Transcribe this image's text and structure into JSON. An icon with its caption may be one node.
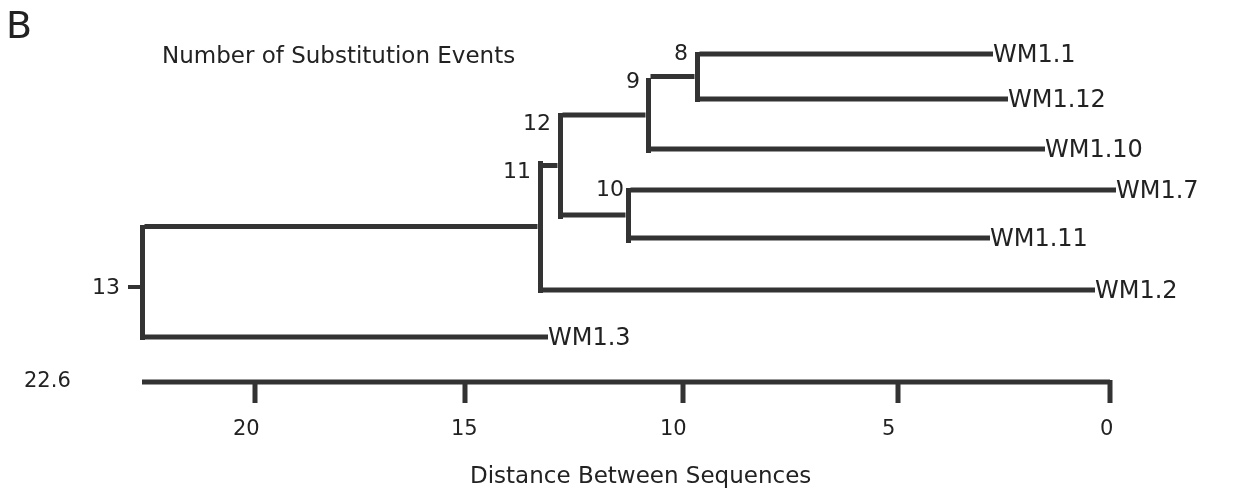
{
  "diagram": {
    "nodes": [
      {
        "text": [],
        "shape": "bar",
        "beside": [
          "13"
        ]
      },
      {
        "text": [],
        "shape": "bar",
        "beside": [
          "11"
        ]
      },
      {
        "text": [],
        "shape": "bar",
        "beside": [
          "12"
        ]
      },
      {
        "text": [],
        "shape": "bar",
        "beside": [
          "9"
        ]
      },
      {
        "text": [],
        "shape": "bar",
        "beside": [
          "8"
        ]
      },
      {
        "text": [
          "WM1.1"
        ]
      },
      {
        "text": [
          "WM1.12"
        ]
      },
      {
        "text": [
          "WM1.10"
        ]
      },
      {
        "text": [],
        "shape": "bar",
        "beside": [
          "10"
        ]
      },
      {
        "text": [
          "WM1.7"
        ]
      },
      {
        "text": [
          "WM1.11"
        ]
      },
      {
        "text": [
          "WM1.2"
        ]
      },
      {
        "text": [
          "WM1.3"
        ]
      }
    ],
    "edges": [
      {
        "from": 0,
        "to": 1,
        "arrow": "none"
      },
      {
        "from": 0,
        "to": 12,
        "arrow": "none"
      },
      {
        "from": 1,
        "to": 2,
        "arrow": "none"
      },
      {
        "from": 1,
        "to": 11,
        "arrow": "none"
      },
      {
        "from": 2,
        "to": 3,
        "arrow": "none"
      },
      {
        "from": 2,
        "to": 8,
        "arrow": "none"
      },
      {
        "from": 3,
        "to": 4,
        "arrow": "none"
      },
      {
        "from": 3,
        "to": 7,
        "arrow": "none"
      },
      {
        "from": 4,
        "to": 5,
        "arrow": "none"
      },
      {
        "from": 4,
        "to": 6,
        "arrow": "none"
      },
      {
        "from": 8,
        "to": 9,
        "arrow": "none"
      },
      {
        "from": 8,
        "to": 10,
        "arrow": "none"
      }
    ],
    "labels": [
      "B",
      "Number of Substitution Events",
      "22.6",
      "20",
      "15",
      "10",
      "5",
      "0",
      "Distance Between Sequences"
    ]
  }
}
